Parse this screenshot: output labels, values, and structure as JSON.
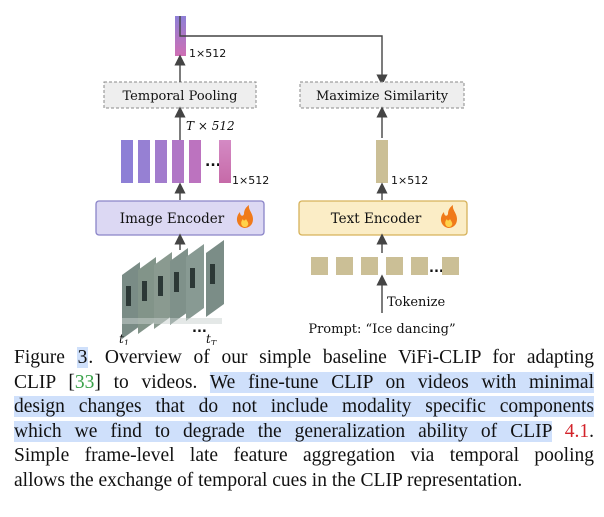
{
  "figure": {
    "temporal_pooling_label": "Temporal Pooling",
    "maximize_similarity_label": "Maximize Similarity",
    "image_encoder_label": "Image Encoder",
    "text_encoder_label": "Text Encoder",
    "top_dim_label": "1×512",
    "frames_dim_label": "T × 512",
    "image_feat_dim_label": "1×512",
    "text_feat_dim_label": "1×512",
    "ellipsis": "...",
    "tokenize_label": "Tokenize",
    "prompt_label": "Prompt: “Ice dancing”",
    "t1_label": "t",
    "t1_sub": "1",
    "tT_label": "t",
    "tT_sub": "T",
    "colors": {
      "image_encoder_fill": "#dcd8f3",
      "image_encoder_border": "#8a84c8",
      "text_encoder_fill": "#fbedc6",
      "text_encoder_border": "#d6b25a",
      "feature_purple": "#8d7fd6",
      "feature_pink": "#cf6fb4",
      "text_token": "#cbbf96",
      "caption_highlight": "#cfe0fb"
    }
  },
  "caption": {
    "line1_prefix": "Figure ",
    "fig_num": "3",
    "line1_rest": ". Overview of our simple baseline ViFi-CLIP for adapting",
    "line2_a": "CLIP [",
    "ref_33": "33",
    "line2_b": "] to videos.",
    "line2_hl": "We fine-tune CLIP on videos with minimal",
    "line3": "design changes that do not include modality specific components",
    "line4_hl": "which we find to degrade the generalization ability of CLIP",
    "ref_41": "4.1",
    "line4_end": ".",
    "line5": "Simple frame-level late feature aggregation via temporal pooling",
    "line6": "allows the exchange of temporal cues in the CLIP representation."
  }
}
